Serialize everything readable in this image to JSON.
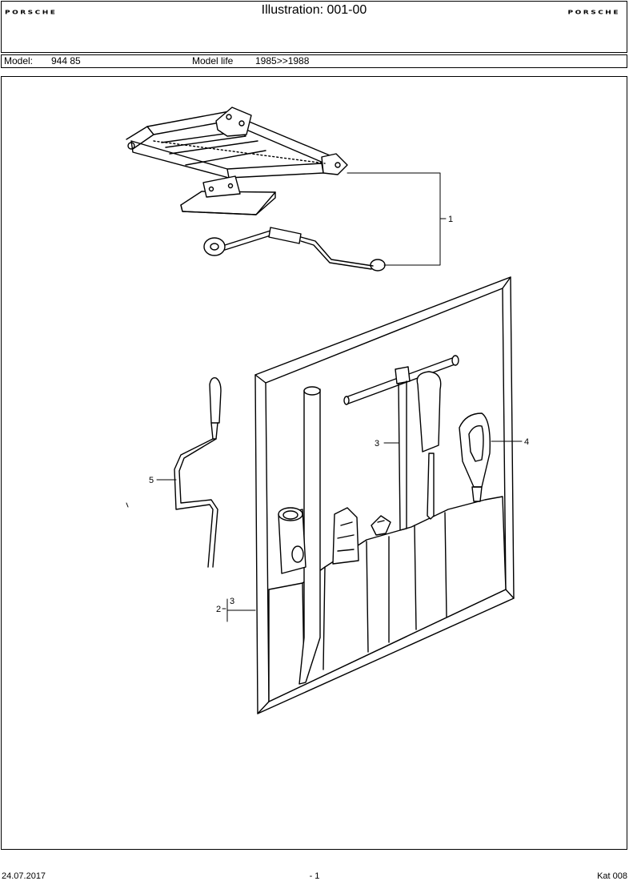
{
  "header": {
    "brand_left": "PORSCHE",
    "brand_right": "PORSCHE",
    "title": "Illustration: 001-00"
  },
  "model_bar": {
    "model_label": "Model:",
    "model_value": "944 85",
    "life_label": "Model life",
    "life_value": "1985>>1988"
  },
  "callouts": {
    "c1": "1",
    "c2": "2",
    "c3a": "3",
    "c3b": "3",
    "c4": "4",
    "c5": "5"
  },
  "footer": {
    "date": "24.07.2017",
    "page": "- 1",
    "catalog": "Kat 008"
  }
}
